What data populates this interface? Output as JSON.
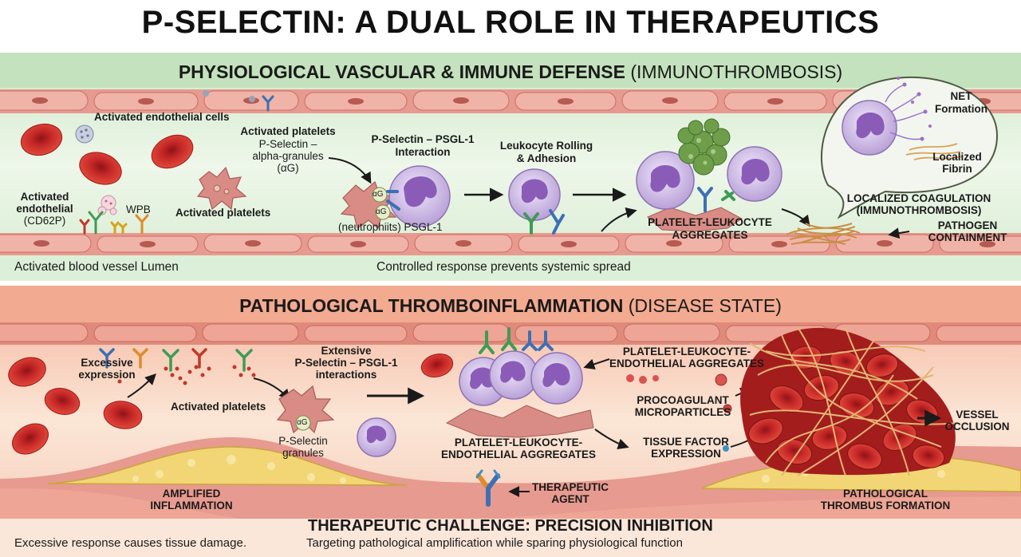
{
  "title": "P-SELECTIN: A DUAL ROLE IN THERAPEUTICS",
  "physiological": {
    "heading_bold": "PHYSIOLOGICAL VASCULAR & IMMUNE DEFENSE",
    "heading_normal": "(IMMUNOTHROMBOSIS)",
    "labels": {
      "activated_endothelial_cells": "Activated endothelial cells",
      "activated_endothelial_line1": "Activated",
      "activated_endothelial_line2": "endothelial",
      "cd62p": "(CD62P)",
      "wpb": "WPB",
      "activated_platelets_top": "Activated platelets",
      "p_selectin_alpha_line1": "P-Selectin –",
      "p_selectin_alpha_line2": "alpha-granules",
      "alpha_g": "(αG)",
      "activated_platelets_bottom": "Activated platelets",
      "interaction_line1": "P-Selectin – PSGL-1",
      "interaction_line2": "Interaction",
      "neutrophils_psgl": "(neutrophiits) PSGL-1",
      "ag_badge": "αG",
      "rolling_line1": "Leukocyte Rolling",
      "rolling_line2": "& Adhesion",
      "aggregates_line1": "PLATELET-LEUKOCYTE",
      "aggregates_line2": "AGGREGATES",
      "net_line1": "NET",
      "net_line2": "Formation",
      "fibrin_line1": "Localized",
      "fibrin_line2": "Fibrin",
      "coag_line1": "LOCALIZED COAGULATION",
      "coag_line2": "(IMMUNOTHROMBOSIS)",
      "pathogen_line1": "PATHOGEN",
      "pathogen_line2": "CONTAINMENT"
    },
    "footer_left": "Activated blood vessel Lumen",
    "footer_center": "Controlled response prevents systemic spread"
  },
  "pathological": {
    "heading_bold": "PATHOLOGICAL THROMBOINFLAMMATION",
    "heading_normal": "(DISEASE STATE)",
    "labels": {
      "excessive_line1": "Excessive",
      "excessive_line2": "expression",
      "activated_platelets": "Activated platelets",
      "extensive_line1": "Extensive",
      "extensive_line2": "P-Selectin – PSGL-1",
      "extensive_line3": "interactions",
      "p_selectin_granules_line1": "P-Selectin",
      "p_selectin_granules_line2": "granules",
      "ag_badge": "αG",
      "ple_center_line1": "PLATELET-LEUKOCYTE-",
      "ple_center_line2": "ENDOTHELIAL AGGREGATES",
      "ple_top_line1": "PLATELET-LEUKOCYTE-",
      "ple_top_line2": "ENDOTHELIAL AGGREGATES",
      "procoag_line1": "PROCOAGULANT",
      "procoag_line2": "MICROPARTICLES",
      "tissue_factor_line1": "TISSUE FACTOR",
      "tissue_factor_line2": "EXPRESSION",
      "vessel_line1": "VESSEL",
      "vessel_line2": "OCCLUSION",
      "amplified_line1": "AMPLIFIED",
      "amplified_line2": "INFLAMMATION",
      "therapeutic_line1": "THERAPEUTIC",
      "therapeutic_line2": "AGENT",
      "thrombus_line1": "PATHOLOGICAL",
      "thrombus_line2": "THROMBUS FORMATION"
    },
    "challenge_title": "THERAPEUTIC CHALLENGE: PRECISION INHIBITION",
    "challenge_subtitle": "Targeting pathological amplification while sparing physiological function",
    "footer_left": "Excessive response causes tissue damage."
  },
  "colors": {
    "physiological_band": "#dcefd8",
    "pathological_band": "#f6c9b6",
    "vessel_wall": "#e79a8f",
    "red_cell": "#c62828",
    "leukocyte": "#c9b5e0",
    "nucleus": "#8a5cb8",
    "platelet": "#d98c86",
    "p_selectin_green": "#3f9a55",
    "psgl1_blue": "#3c6fb5",
    "fibrin": "#d9a35a",
    "plaque": "#f2d675"
  }
}
